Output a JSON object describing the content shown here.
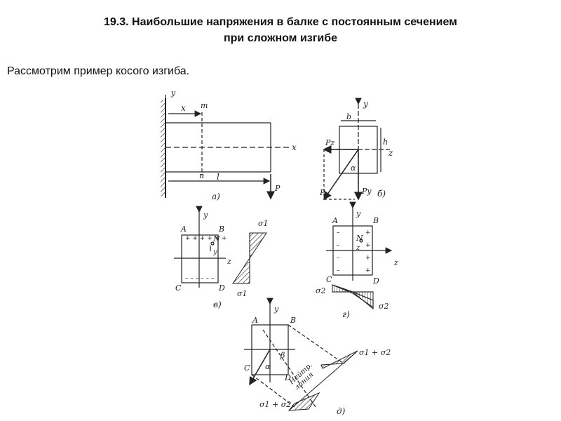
{
  "heading": {
    "line1": "19.3. Наибольшие напряжения в балке с постоянным сечением",
    "line2": "при сложном изгибе"
  },
  "intro_text": "Рассмотрим пример косого изгиба.",
  "figure": {
    "a": {
      "caption": "а)",
      "labels": {
        "y": "y",
        "x_dist": "x",
        "m": "m",
        "n": "n",
        "x_axis": "x",
        "l": "l",
        "P": "P"
      }
    },
    "b": {
      "caption": "б)",
      "labels": {
        "y": "y",
        "b": "b",
        "h": "h",
        "z": "z",
        "Pz": "Pz",
        "alpha": "α",
        "P": "P",
        "Py": "Py"
      }
    },
    "v": {
      "caption": "в)",
      "labels": {
        "A": "A",
        "B": "B",
        "C": "C",
        "D": "D",
        "N": "N",
        "y": "y",
        "z": "z",
        "sigma_top": "σ1",
        "sigma_bottom": "σ1",
        "y_small": "y"
      }
    },
    "g": {
      "caption": "г)",
      "labels": {
        "A": "A",
        "B": "B",
        "C": "C",
        "D": "D",
        "N": "N",
        "y": "y",
        "z": "z",
        "z_small": "z",
        "sigma_left": "σ2",
        "sigma_right": "σ2"
      }
    },
    "d": {
      "caption": "д)",
      "labels": {
        "A": "A",
        "B": "B",
        "C": "C",
        "D": "D",
        "y": "y",
        "alpha": "α",
        "beta": "β",
        "neutral1": "Нейтр.",
        "neutral2": "линия",
        "sum_top": "σ1 + σ2",
        "sum_bottom": "σ1 + σ2"
      }
    }
  }
}
